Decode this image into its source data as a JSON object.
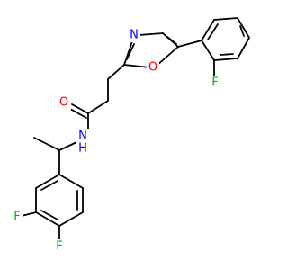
{
  "atoms": {
    "o_carbonyl": "O",
    "n_amide": "N",
    "h_amide": "H",
    "n_oxazole": "N",
    "o_oxazole": "O",
    "f_phenyl": "F",
    "f_left_top": "F",
    "f_left_bottom": "F"
  },
  "colors": {
    "bond": "#000000",
    "oxygen": "#ff0000",
    "nitrogen": "#0000ff",
    "fluorine": "#00b000",
    "background": "#ffffff"
  }
}
